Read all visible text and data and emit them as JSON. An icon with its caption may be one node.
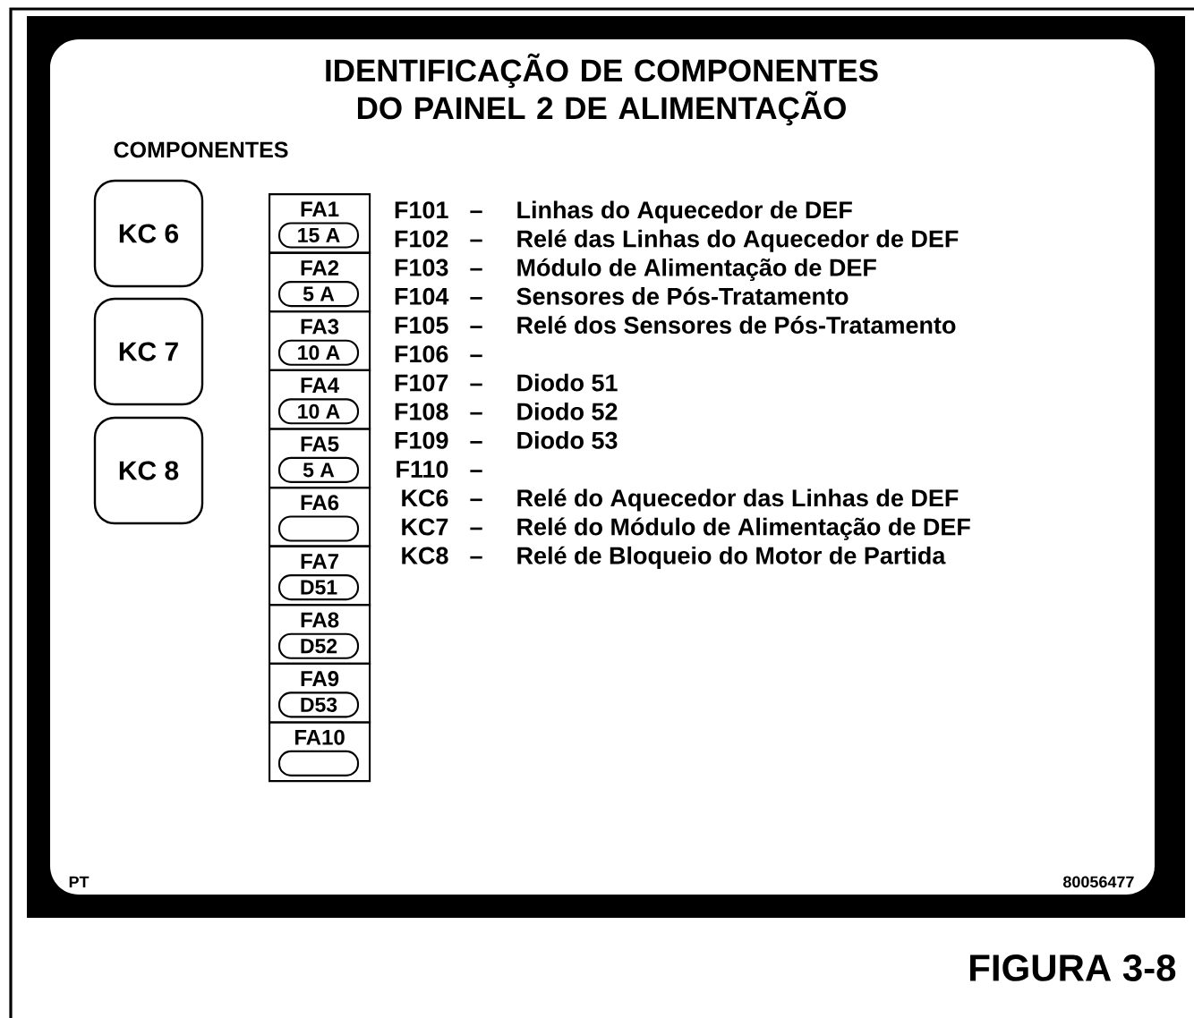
{
  "diagram": {
    "title": "IDENTIFICAÇÃO DE COMPONENTES DO PAINEL 2 DE ALIMENTAÇÃO",
    "caption": "FIGURA 3-8",
    "nodes": [
      {
        "text": [
          "KC 6"
        ]
      },
      {
        "text": [
          "KC 7"
        ]
      },
      {
        "text": [
          "KC 8"
        ]
      },
      {
        "text": [
          "FA1"
        ]
      },
      {
        "text": [
          "15 A"
        ],
        "in": 3
      },
      {
        "text": [
          "FA2"
        ]
      },
      {
        "text": [
          "5 A"
        ],
        "in": 5
      },
      {
        "text": [
          "FA3"
        ]
      },
      {
        "text": [
          "10 A"
        ],
        "in": 7
      },
      {
        "text": [
          "FA4"
        ]
      },
      {
        "text": [
          "10 A"
        ],
        "in": 9
      },
      {
        "text": [
          "FA5"
        ]
      },
      {
        "text": [
          "5 A"
        ],
        "in": 11
      },
      {
        "text": [
          "FA6"
        ]
      },
      {
        "text": [],
        "shape": "oval",
        "in": 13
      },
      {
        "text": [
          "FA7"
        ]
      },
      {
        "text": [
          "D51"
        ],
        "in": 15
      },
      {
        "text": [
          "FA8"
        ]
      },
      {
        "text": [
          "D52"
        ],
        "in": 17
      },
      {
        "text": [
          "FA9"
        ]
      },
      {
        "text": [
          "D53"
        ],
        "in": 19
      },
      {
        "text": [
          "FA10"
        ]
      },
      {
        "text": [],
        "shape": "oval",
        "in": 21
      }
    ],
    "labels": [
      "COMPONENTES",
      "F101",
      "–",
      "Linhas do Aquecedor de DEF",
      "F102",
      "–",
      "Relé das Linhas do Aquecedor de DEF",
      "F103",
      "–",
      "Módulo de Alimentação de DEF",
      "F104",
      "–",
      "Sensores de Pós-Tratamento",
      "F105",
      "–",
      "Relé dos Sensores de Pós-Tratamento",
      "F106",
      "–",
      "F107",
      "–",
      "Diodo 51",
      "F108",
      "–",
      "Diodo 52",
      "F109",
      "–",
      "Diodo 53",
      "F110",
      "–",
      "KC6",
      "–",
      "Relé do Aquecedor das Linhas de DEF",
      "KC7",
      "–",
      "Relé do Módulo de Alimentação de DEF",
      "KC8",
      "–",
      "Relé de Bloqueio do Motor de Partida",
      "PT",
      "80056477"
    ]
  }
}
